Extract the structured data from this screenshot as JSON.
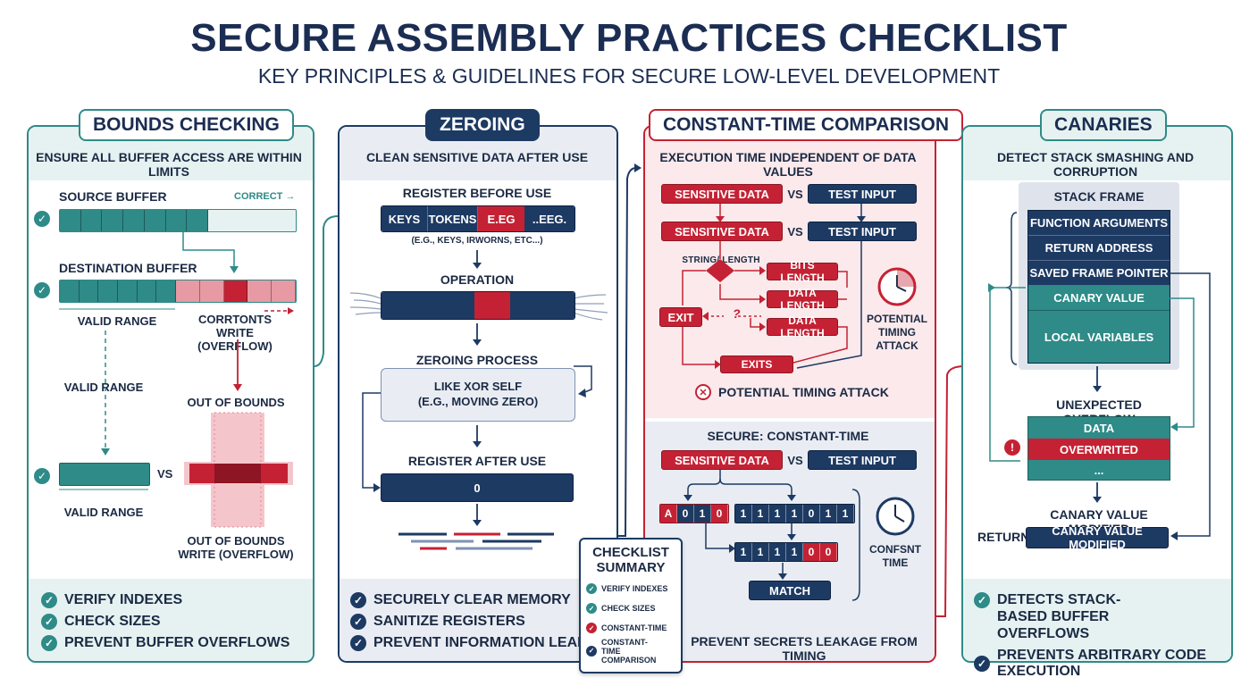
{
  "header": {
    "title": "SECURE ASSEMBLY PRACTICES CHECKLIST",
    "subtitle": "KEY PRINCIPLES & GUIDELINES FOR SECURE LOW-LEVEL DEVELOPMENT"
  },
  "colors": {
    "teal": "#2e8b88",
    "navy": "#1d3a63",
    "red": "#c42234"
  },
  "bounds": {
    "title": "BOUNDS CHECKING",
    "subtitle": "ENSURE ALL BUFFER ACCESS ARE WITHIN LIMITS",
    "source_buffer": "SOURCE BUFFER",
    "correct": "CORRECT →",
    "destination_buffer": "DESTINATION BUFFER",
    "valid_range_1": "VALID RANGE",
    "corrupt_write": "CORRTONTS WRITE (OVERFLOW)",
    "valid_range_2": "VALID RANGE",
    "out_of_bounds": "OUT OF BOUNDS",
    "vs": "VS",
    "valid_range_3": "VALID RANGE",
    "out_of_bounds_write": "OUT OF BOUNDS WRITE (OVERFLOW)",
    "checks": [
      "VERIFY INDEXES",
      "CHECK SIZES",
      "PREVENT BUFFER OVERFLOWS"
    ]
  },
  "zeroing": {
    "title": "ZEROING",
    "subtitle": "CLEAN SENSITIVE DATA AFTER USE",
    "register_before": "REGISTER BEFORE USE",
    "reg_cells": [
      "KEYS",
      "TOKENS",
      "E.EG",
      "..EEG."
    ],
    "reg_note": "(E.G., KEYS, IRWORNS, ETC...)",
    "operation": "OPERATION",
    "zeroing_process": "ZEROING PROCESS",
    "process_line1": "LIKE XOR SELF",
    "process_line2": "(E.G., MOVING ZERO)",
    "register_after": "REGISTER AFTER USE",
    "after_value": "0",
    "checks": [
      "SECURELY CLEAR MEMORY",
      "SANITIZE REGISTERS",
      "PREVENT INFORMATION LEAKAGE"
    ]
  },
  "constant": {
    "title": "CONSTANT-TIME COMPARISON",
    "subtitle": "EXECUTION TIME INDEPENDENT OF DATA VALUES",
    "sensitive_data": "SENSITIVE DATA",
    "vs": "VS",
    "test_input": "TEST INPUT",
    "string_length": "STRING/ LENGTH",
    "bits_length": "BITS LENGTH",
    "data_length": "DATA LENGTH",
    "exit": "EXIT",
    "exit_mark": "?",
    "exits": "EXITS",
    "potential_timing_attack_side": "POTENTIAL TIMING ATTACK",
    "potential_timing_attack": "POTENTIAL TIMING ATTACK",
    "secure_title": "SECURE: CONSTANT-TIME",
    "bits_a": [
      "A",
      "0",
      "1",
      "0"
    ],
    "bits_b": [
      "1",
      "1",
      "1",
      "1",
      "0",
      "1",
      "1"
    ],
    "bits_c": [
      "1",
      "1",
      "1",
      "1",
      "0",
      "0"
    ],
    "match": "MATCH",
    "constant_time": "CONFSNT TIME",
    "footer": "PREVENT SECRETS LEAKAGE FROM TIMING"
  },
  "canaries": {
    "title": "CANARIES",
    "subtitle": "DETECT STACK SMASHING AND CORRUPTION",
    "stack_frame": "STACK FRAME",
    "frame_items": [
      "FUNCTION ARGUMENTS",
      "RETURN ADDRESS",
      "SAVED FRAME POINTER",
      "CANARY VALUE",
      "LOCAL VARIABLES"
    ],
    "unexpected_overflow": "UNEXPECTED OVERFLOW",
    "overflow_items": [
      "DATA",
      "OVERWRITED",
      "..."
    ],
    "modified_label": "CANARY VALUE MODIFIED",
    "return": "RETURN",
    "modified_box": "CANARY VALUE MODIFIED",
    "checks": [
      "DETECTS STACK-BASED BUFFER OVERFLOWS",
      "PREVENTS ARBITRARY CODE EXECUTION"
    ]
  },
  "summary": {
    "title": "CHECKLIST SUMMARY",
    "items": [
      "VERIFY INDEXES",
      "CHECK SIZES",
      "CONSTANT-TIME",
      "CONSTANT-TIME COMPARISON"
    ]
  }
}
